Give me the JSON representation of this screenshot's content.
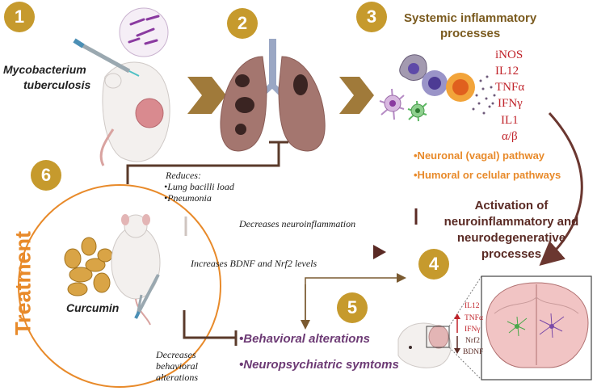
{
  "steps": [
    "1",
    "2",
    "3",
    "4",
    "5",
    "6"
  ],
  "infection": {
    "pathogen": [
      "Mycobacterium",
      "tuberculosis"
    ]
  },
  "inflammation": {
    "title": [
      "Systemic inflammatory",
      "processes"
    ],
    "markers": [
      "iNOS",
      "IL12",
      "TNFα",
      "IFNγ",
      "IL1",
      "α/β"
    ],
    "pathways": [
      "•Neuronal (vagal) pathway",
      "•Humoral or celular pathways"
    ]
  },
  "activation": {
    "lines": [
      "Activation of",
      "neuroinflammatory and",
      "neurodegenerative",
      "processes"
    ]
  },
  "treatment": {
    "label": "Treatment",
    "compound": "Curcumin",
    "reduces": [
      "Reduces:",
      "•Lung bacilli load",
      "•Pneumonia"
    ],
    "neuroinflammation": "Decreases neuroinflammation",
    "bdnf": "Increases BDNF and Nrf2 levels",
    "behavior": [
      "Decreases",
      "behavioral",
      "alterations"
    ]
  },
  "outcomes": [
    "•Behavioral alterations",
    "•Neuropsychiatric symtoms"
  ],
  "brain_markers": {
    "up": [
      "IL12",
      "TNFα",
      "IFNγ"
    ],
    "down": [
      "Nrf2",
      "BDNF"
    ]
  },
  "colors": {
    "badge": "#c69a2d",
    "arrow_brown": "#6b3730",
    "chevron": "#a07a3a",
    "lung": "#a4766f",
    "red": "#c0232a",
    "orange": "#e88a2a"
  }
}
